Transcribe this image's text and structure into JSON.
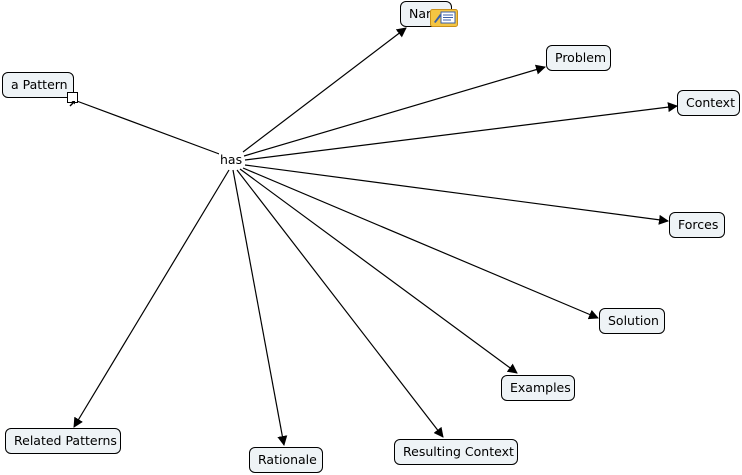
{
  "concept_map": {
    "source": {
      "label": "a Pattern"
    },
    "link": {
      "label": "has"
    },
    "targets": [
      {
        "label": "Name"
      },
      {
        "label": "Problem"
      },
      {
        "label": "Context"
      },
      {
        "label": "Forces"
      },
      {
        "label": "Solution"
      },
      {
        "label": "Examples"
      },
      {
        "label": "Resulting Context"
      },
      {
        "label": "Rationale"
      },
      {
        "label": "Related Patterns"
      }
    ],
    "icons": {
      "source_shortcut": "shortcut-arrow-icon",
      "name_annotation": "note-annotation-icon"
    },
    "colors": {
      "node_fill": "#eef3f6",
      "node_border": "#000000",
      "edge": "#000000",
      "note_fill": "#f5c542"
    }
  }
}
